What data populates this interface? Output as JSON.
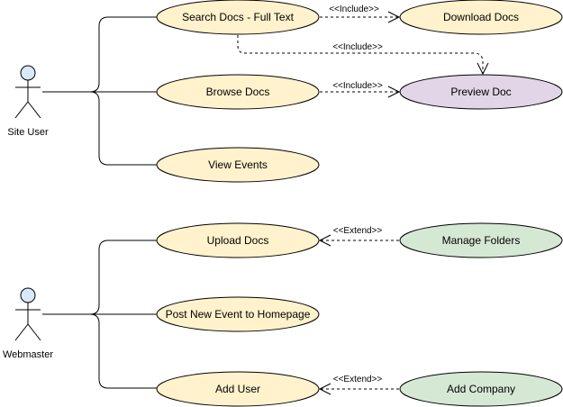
{
  "actors": [
    {
      "id": "site-user",
      "label": "Site User"
    },
    {
      "id": "webmaster",
      "label": "Webmaster"
    }
  ],
  "use_cases": [
    {
      "id": "search-docs",
      "label": "Search Docs - Full Text",
      "fill": "#fff2cc"
    },
    {
      "id": "download-docs",
      "label": "Download Docs",
      "fill": "#fff2cc"
    },
    {
      "id": "browse-docs",
      "label": "Browse Docs",
      "fill": "#fff2cc"
    },
    {
      "id": "preview-doc",
      "label": "Preview Doc",
      "fill": "#e1d5e7"
    },
    {
      "id": "view-events",
      "label": "View Events",
      "fill": "#fff2cc"
    },
    {
      "id": "upload-docs",
      "label": "Upload Docs",
      "fill": "#fff2cc"
    },
    {
      "id": "manage-folders",
      "label": "Manage Folders",
      "fill": "#d5e8d4"
    },
    {
      "id": "post-new-event",
      "label": "Post New Event to Homepage",
      "fill": "#fff2cc"
    },
    {
      "id": "add-user",
      "label": "Add User",
      "fill": "#fff2cc"
    },
    {
      "id": "add-company",
      "label": "Add Company",
      "fill": "#d5e8d4"
    }
  ],
  "relations": [
    {
      "label": "<<Include>>"
    },
    {
      "label": "<<Include>>"
    },
    {
      "label": "<<Include>>"
    },
    {
      "label": "<<Extend>>"
    },
    {
      "label": "<<Extend>>"
    }
  ],
  "colors": {
    "base_fill": "#fff2cc",
    "include_target_fill": "#e1d5e7",
    "extend_source_fill": "#d5e8d4",
    "actor_head_fill": "#dae8fc",
    "stroke": "#000000"
  }
}
